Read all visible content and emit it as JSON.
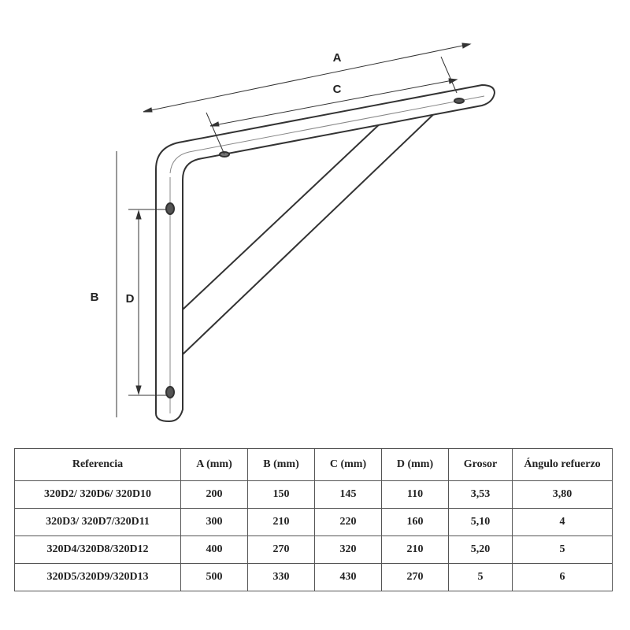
{
  "diagram": {
    "labels": {
      "a": "A",
      "b": "B",
      "c": "C",
      "d": "D"
    }
  },
  "table": {
    "headers": [
      "Referencia",
      "A (mm)",
      "B (mm)",
      "C (mm)",
      "D (mm)",
      "Grosor",
      "Ángulo refuerzo"
    ],
    "rows": [
      [
        "320D2/ 320D6/ 320D10",
        "200",
        "150",
        "145",
        "110",
        "3,53",
        "3,80"
      ],
      [
        "320D3/ 320D7/320D11",
        "300",
        "210",
        "220",
        "160",
        "5,10",
        "4"
      ],
      [
        "320D4/320D8/320D12",
        "400",
        "270",
        "320",
        "210",
        "5,20",
        "5"
      ],
      [
        "320D5/320D9/320D13",
        "500",
        "330",
        "430",
        "270",
        "5",
        "6"
      ]
    ]
  }
}
